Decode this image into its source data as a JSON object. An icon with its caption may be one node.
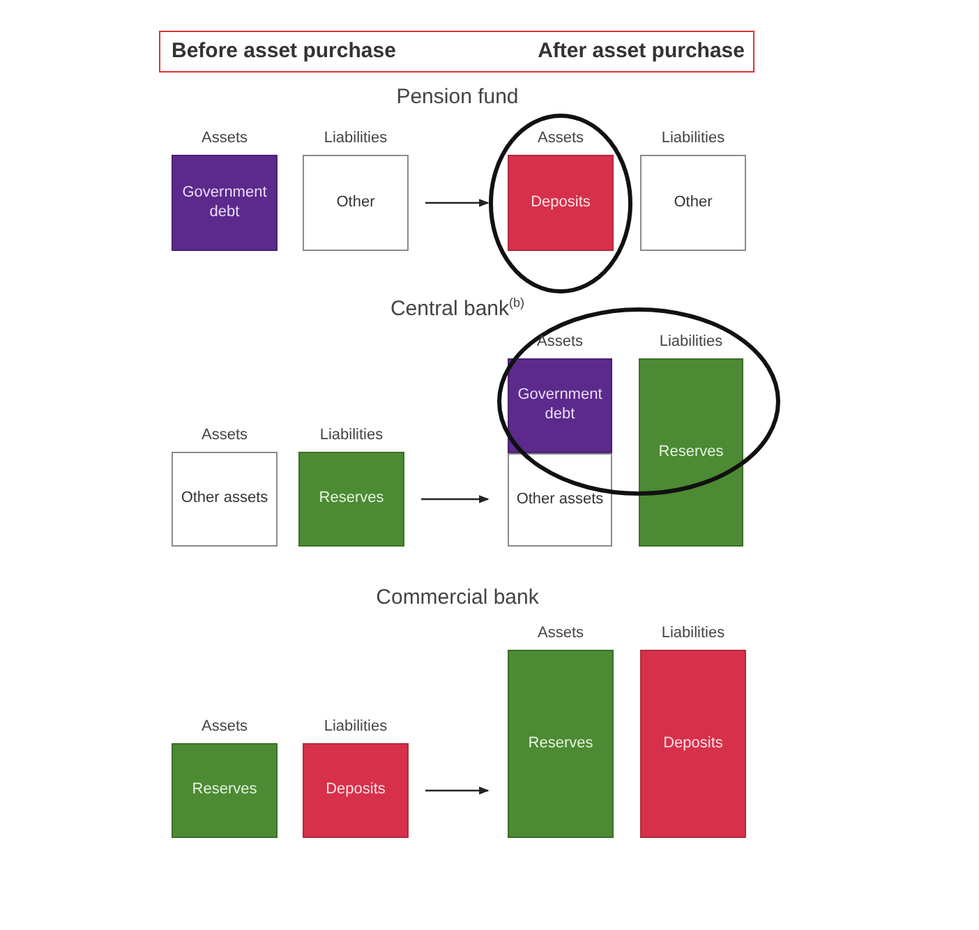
{
  "diagram": {
    "nodes": [
      {
        "text": [
          "Before asset purchase",
          "After asset purchase"
        ]
      },
      {
        "text": [
          "Assets",
          "Government debt"
        ]
      },
      {
        "text": [
          "Liabilities",
          "Other"
        ]
      },
      {
        "text": [
          "Assets",
          "Deposits"
        ]
      },
      {
        "text": [
          "Liabilities",
          "Other"
        ]
      },
      {
        "text": [
          "Assets",
          "Other assets"
        ]
      },
      {
        "text": [
          "Liabilities",
          "Reserves"
        ]
      },
      {
        "text": [
          "Assets"
        ]
      },
      {
        "text": [
          "Government debt"
        ],
        "in": 7
      },
      {
        "text": [
          "Other assets"
        ],
        "in": 7
      },
      {
        "text": [
          "Liabilities",
          "Reserves"
        ]
      },
      {
        "text": [
          "Assets",
          "Reserves"
        ]
      },
      {
        "text": [
          "Liabilities",
          "Deposits"
        ]
      },
      {
        "text": [
          "Assets",
          "Reserves"
        ]
      },
      {
        "text": [
          "Liabilities",
          "Deposits"
        ]
      }
    ],
    "edges": [
      {
        "from": 2,
        "to": 3,
        "arrow": "to"
      },
      {
        "from": 6,
        "to": 7,
        "arrow": "to"
      },
      {
        "from": 12,
        "to": 13,
        "arrow": "to"
      }
    ],
    "labels": [
      "Pension fund",
      "Central bank$^{(b)}$",
      "Commercial bank"
    ]
  }
}
